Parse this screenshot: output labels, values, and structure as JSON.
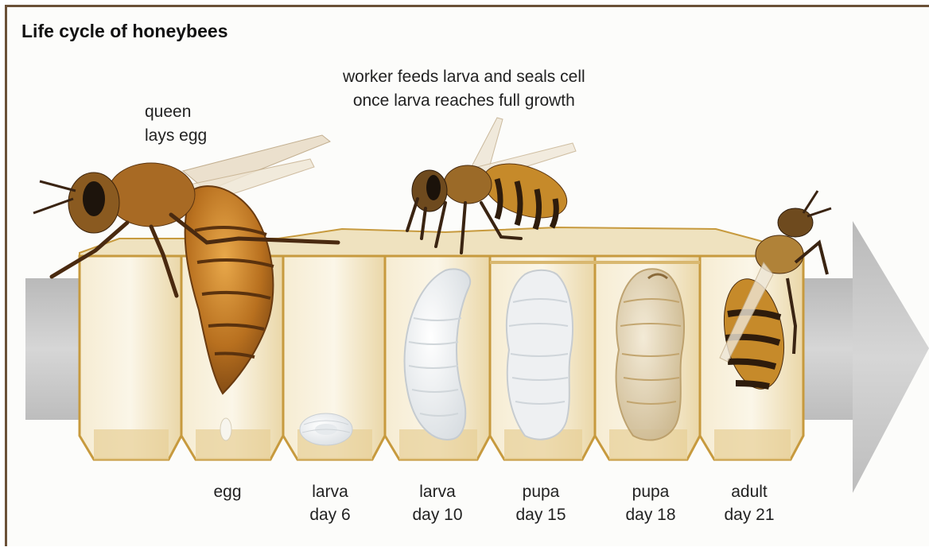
{
  "title": "Life cycle of honeybees",
  "annotations": {
    "queen": "queen\nlays egg",
    "worker": "worker feeds larva and seals cell\nonce larva reaches full growth"
  },
  "stages": [
    {
      "label": "egg"
    },
    {
      "label": "larva\nday 6"
    },
    {
      "label": "larva\nday 10"
    },
    {
      "label": "pupa\nday 15"
    },
    {
      "label": "pupa\nday 18"
    },
    {
      "label": "adult\nday 21"
    }
  ],
  "colors": {
    "border": "#6b5138",
    "arrow": "#c8c8c8",
    "comb_wax": "#e8d6a8",
    "comb_edge": "#c79a3e",
    "bee_amber": "#c9822a",
    "bee_dark": "#3a2412",
    "larva": "#eef1f2"
  }
}
